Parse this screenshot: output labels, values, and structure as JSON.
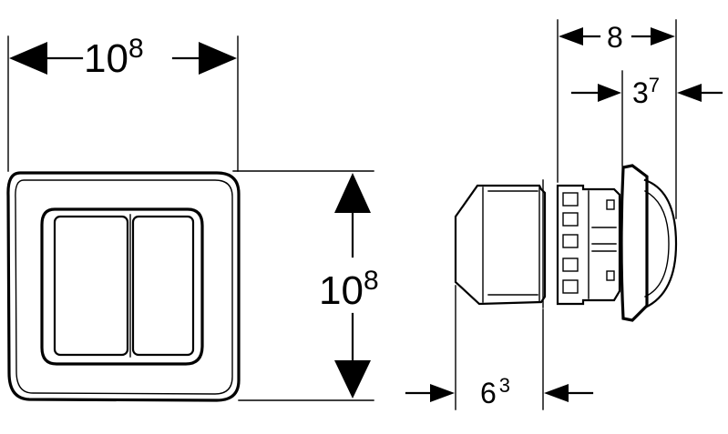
{
  "dimensions": {
    "plate_width": {
      "base": "10",
      "sup": "8"
    },
    "plate_height": {
      "base": "10",
      "sup": "8"
    },
    "total_depth": {
      "base": "8",
      "sup": ""
    },
    "button_depth": {
      "base": "3",
      "sup": "7"
    },
    "housing_depth": {
      "base": "6",
      "sup": "3"
    }
  }
}
